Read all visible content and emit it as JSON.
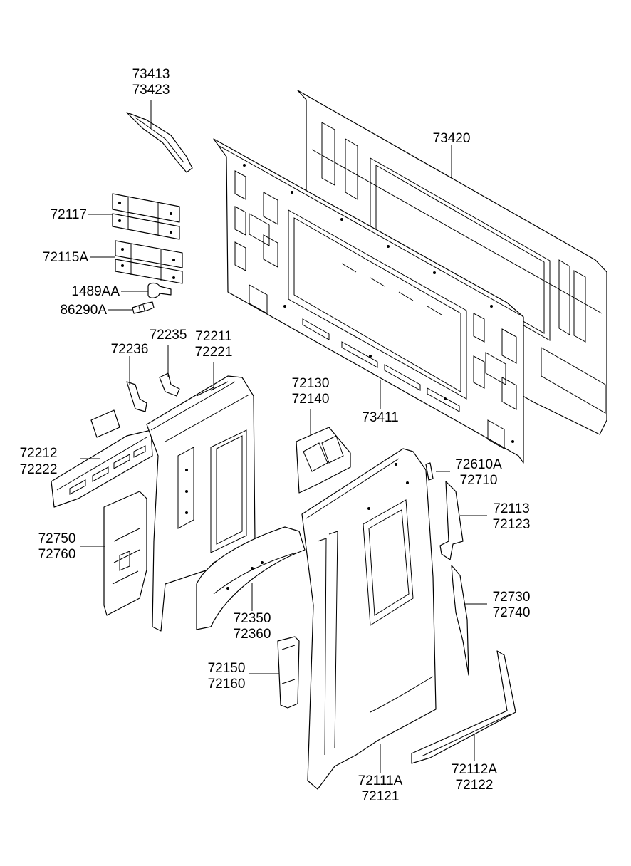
{
  "labels": {
    "l73413": [
      "73413",
      "73423"
    ],
    "l73420": [
      "73420"
    ],
    "l72117": [
      "72117"
    ],
    "l72115A": [
      "72115A"
    ],
    "l1489AA": [
      "1489AA"
    ],
    "l86290A": [
      "86290A"
    ],
    "l72235": [
      "72235"
    ],
    "l72236": [
      "72236"
    ],
    "l72211": [
      "72211",
      "72221"
    ],
    "l72130": [
      "72130",
      "72140"
    ],
    "l73411": [
      "73411"
    ],
    "l72212": [
      "72212",
      "72222"
    ],
    "l72610A": [
      "72610A",
      "72710"
    ],
    "l72113": [
      "72113",
      "72123"
    ],
    "l72750": [
      "72750",
      "72760"
    ],
    "l72730": [
      "72730",
      "72740"
    ],
    "l72350": [
      "72350",
      "72360"
    ],
    "l72150": [
      "72150",
      "72160"
    ],
    "l72112A": [
      "72112A",
      "72122"
    ],
    "l72111A": [
      "72111A",
      "72121"
    ]
  }
}
